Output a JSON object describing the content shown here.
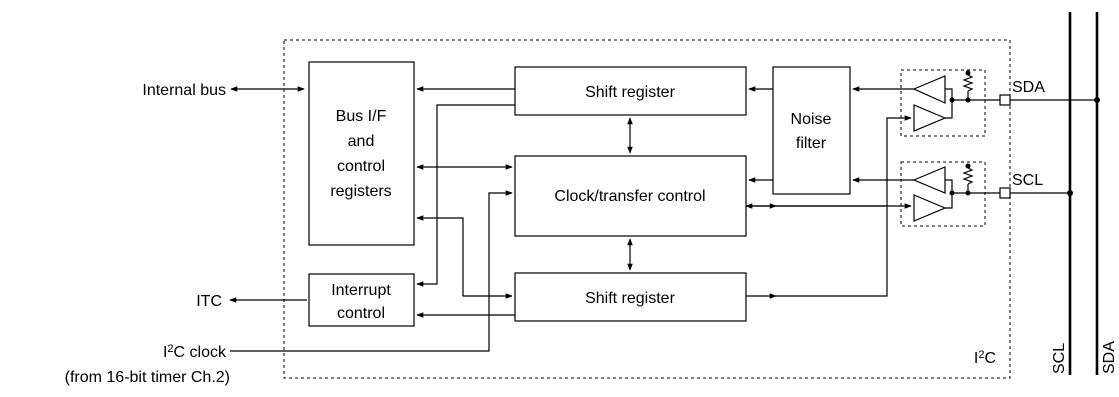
{
  "blocks": {
    "bus_if": [
      "Bus I/F",
      "and",
      "control",
      "registers"
    ],
    "shift_register_top": "Shift register",
    "clock_transfer_control": "Clock/transfer control",
    "shift_register_bottom": "Shift register",
    "noise_filter": [
      "Noise",
      "filter"
    ],
    "interrupt_control": [
      "Interrupt",
      "control"
    ]
  },
  "external": {
    "internal_bus": "Internal bus",
    "itc": "ITC",
    "i2c_clock_prefix": "I",
    "i2c_clock_sup": "2",
    "i2c_clock_suffix": "C clock",
    "i2c_clock_note": "(from 16-bit timer Ch.2)"
  },
  "module_label": {
    "prefix": "I",
    "sup": "2",
    "suffix": "C"
  },
  "pins": {
    "sda": "SDA",
    "scl": "SCL"
  },
  "bus_lines": {
    "scl": "SCL",
    "sda": "SDA"
  }
}
